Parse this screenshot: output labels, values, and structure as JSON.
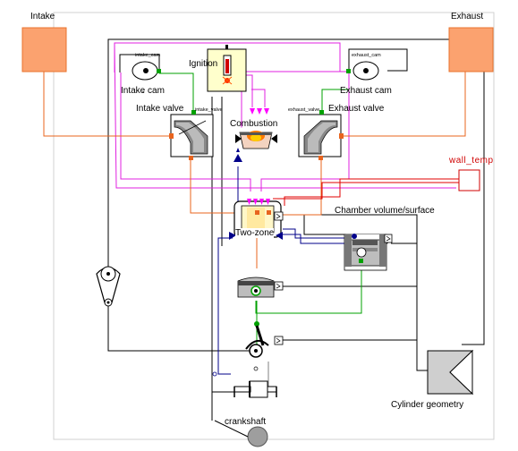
{
  "labels": {
    "intake": "Intake",
    "exhaust": "Exhaust",
    "ignition": "Ignition",
    "intake_cam": "Intake cam",
    "intake_cam_small": "intake_cam",
    "exhaust_cam": "Exhaust cam",
    "exhaust_cam_small": "exhaust_cam",
    "intake_valve": "Intake valve",
    "intake_valve_small": "intake_valve",
    "exhaust_valve": "Exhaust valve",
    "exhaust_valve_small": "exhaust_valve",
    "combustion": "Combustion",
    "wall_temp": "wall_temp",
    "two_zone": "Two-zone",
    "chamber": "Chamber volume/surface",
    "cylinder_geometry": "Cylinder geometry",
    "crankshaft": "crankshaft"
  },
  "colors": {
    "intake_fill": "#fba26f",
    "intake_stroke": "#e8732c",
    "orange_line": "#e8641e",
    "magenta_line": "#e020e0",
    "magenta_arrow": "#ff00ff",
    "red_line": "#e00000",
    "green_line": "#00a000",
    "dark_green": "#007a3d",
    "navy": "#00008a",
    "gray_line": "#808080",
    "ignition_fill": "#ffffcc",
    "geometry_fill": "#a8a8a8",
    "wall_temp_stroke": "#d00000"
  }
}
